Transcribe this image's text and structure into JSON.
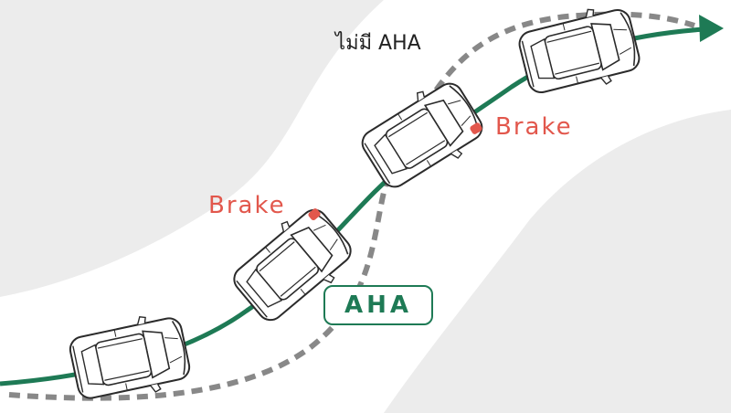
{
  "labels": {
    "without_aha": "ไม่มี AHA",
    "brake_1": "Brake",
    "brake_2": "Brake",
    "aha": "AHA"
  },
  "colors": {
    "background_road_shoulder": "#ececec",
    "road": "#ffffff",
    "aha_path": "#1e7a55",
    "no_aha_path": "#888888",
    "brake_text": "#e2574c",
    "brake_light": "#e2574c",
    "aha_text": "#1e7a55",
    "car_body": "#ffffff",
    "car_outline": "#2b2b2b"
  },
  "icons": {
    "cars": [
      "car-icon",
      "car-icon",
      "car-icon",
      "car-icon"
    ],
    "arrow": "arrow-head-icon"
  }
}
